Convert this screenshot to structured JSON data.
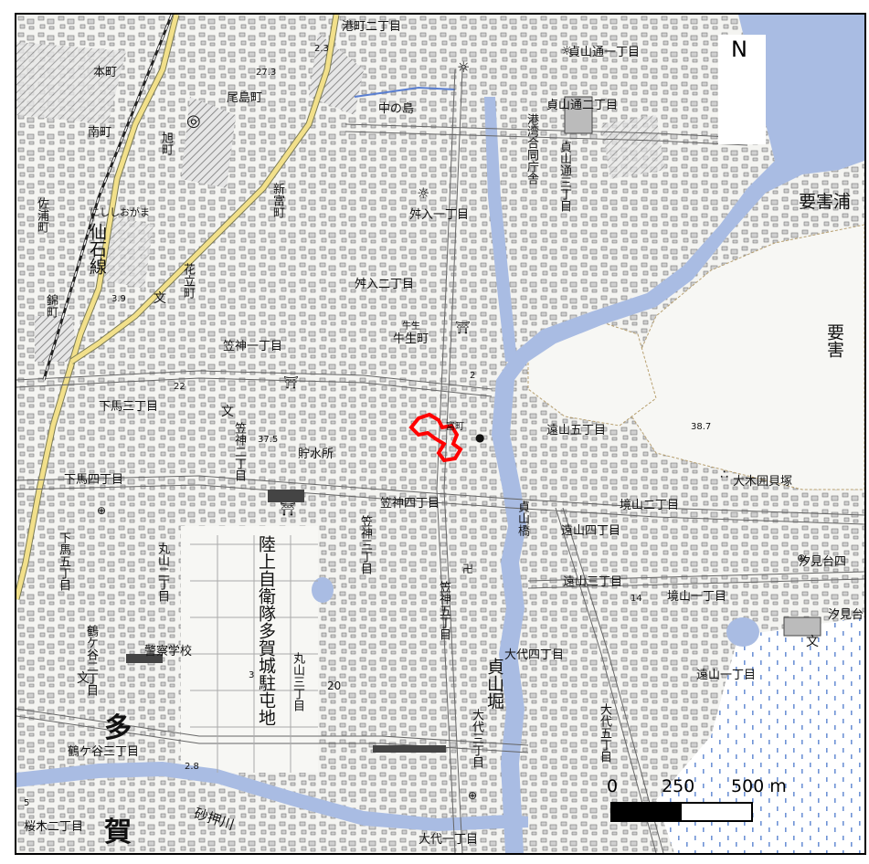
{
  "map": {
    "north_label": "N",
    "scale": {
      "labels": [
        "0",
        "250",
        "500 m"
      ]
    },
    "colors": {
      "water": "#a9bce3",
      "road": "#f2e08a",
      "study_area": "#ff0000",
      "hatch": "#9a9a9a",
      "land": "#f4f4f1"
    },
    "place_names": {
      "minatomachi": "港町二丁目",
      "sadayama1": "貞山通一丁目",
      "sadayama2": "貞山通二丁目",
      "sadayama3": "貞山通三丁目",
      "gov_office": "港湾合同庁舎",
      "nakanoshima": "中の島",
      "oshima": "尾島町",
      "honmachi": "本町",
      "minamimachi": "南町",
      "asahimachi": "旭町",
      "shinjuku": "新富町",
      "masuiri1": "舛入一丁目",
      "masuiri2": "舛入二丁目",
      "nishishiogama": "にししおがま",
      "saura": "佐浦町",
      "senseki": "仙石線",
      "hanadate": "花立町",
      "nishiki": "錦町",
      "kasagami1": "笠神一丁目",
      "ushiu": "牛生町",
      "shimouma3": "下馬三丁目",
      "kasagami2": "笠神二丁目",
      "reservoir": "貯水所",
      "shimouma4": "下馬四丁目",
      "kasagami4": "笠神四丁目",
      "sadayama_bridge": "貞山橋",
      "toyama5": "遠山五丁目",
      "toyama4": "遠山四丁目",
      "toyama3": "遠山三丁目",
      "toyama1": "遠山一丁目",
      "sakaiyama2": "境山二丁目",
      "sakaiyama1": "境山一丁目",
      "ooki_kaizuka": "大木囲貝塚",
      "shiomidai4": "汐見台四",
      "shiomidai": "汐見台",
      "yogaiura": "要害浦",
      "yogai": "要害",
      "kasagami3": "笠神三丁目",
      "kasagami5": "笠神五丁目",
      "shimouma5": "下馬五丁目",
      "maruyama2": "丸山二丁目",
      "maruyama3": "丸山三丁目",
      "jsdf": "陸上自衛隊多賀城駐屯地",
      "police": "警察学校",
      "tsurugaya2": "鶴ケ谷二丁目",
      "tsurugaya3": "鶴ケ谷三丁目",
      "oshiro4": "大代四丁目",
      "oshiro5": "大代五丁目",
      "oshiro3": "大代三丁目",
      "oshiro1": "大代一丁目",
      "sadayama_canal": "貞山堀",
      "sunaoshi": "砂押川",
      "taga1": "多",
      "taga2": "賀",
      "sakuragi2": "桜木二丁目",
      "ushiu_small": "牛生",
      "tomi_small": "富町"
    },
    "elevations": {
      "e1": "2.3",
      "e2": "27.3",
      "e3": "3.9",
      "e4": "37.5",
      "e5": "38.7",
      "e6": "22",
      "e7": "2.8",
      "e8": "20",
      "e9": "2",
      "e10": "14",
      "e11": "3",
      "e12": "5"
    }
  }
}
